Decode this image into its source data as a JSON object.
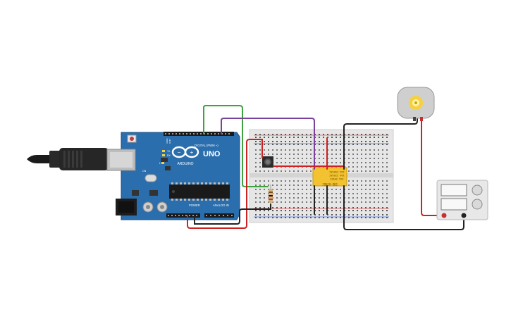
{
  "arduino": {
    "brand": "ARDUINO",
    "model": "UNO",
    "header_digital": "DIGITAL (PWM ~)",
    "header_power": "POWER",
    "header_analog": "ANALOG IN",
    "aref": "AREF",
    "gnd": "GND",
    "tx": "TX",
    "rx": "RX",
    "on": "ON",
    "l": "L"
  },
  "relay": {
    "line1": "10A 250VAC",
    "line2": "10A 125VAC",
    "line3": "10A 30VDC",
    "line4": "SRD-05VDC"
  },
  "colors": {
    "board": "#2a6ead",
    "breadboard": "#e6e6e6",
    "wire_green": "#3ea33e",
    "wire_purple": "#7b3f9c",
    "wire_red": "#cc2222",
    "wire_black": "#222222",
    "relay": "#f2c230",
    "motor": "#cfcfcf"
  }
}
